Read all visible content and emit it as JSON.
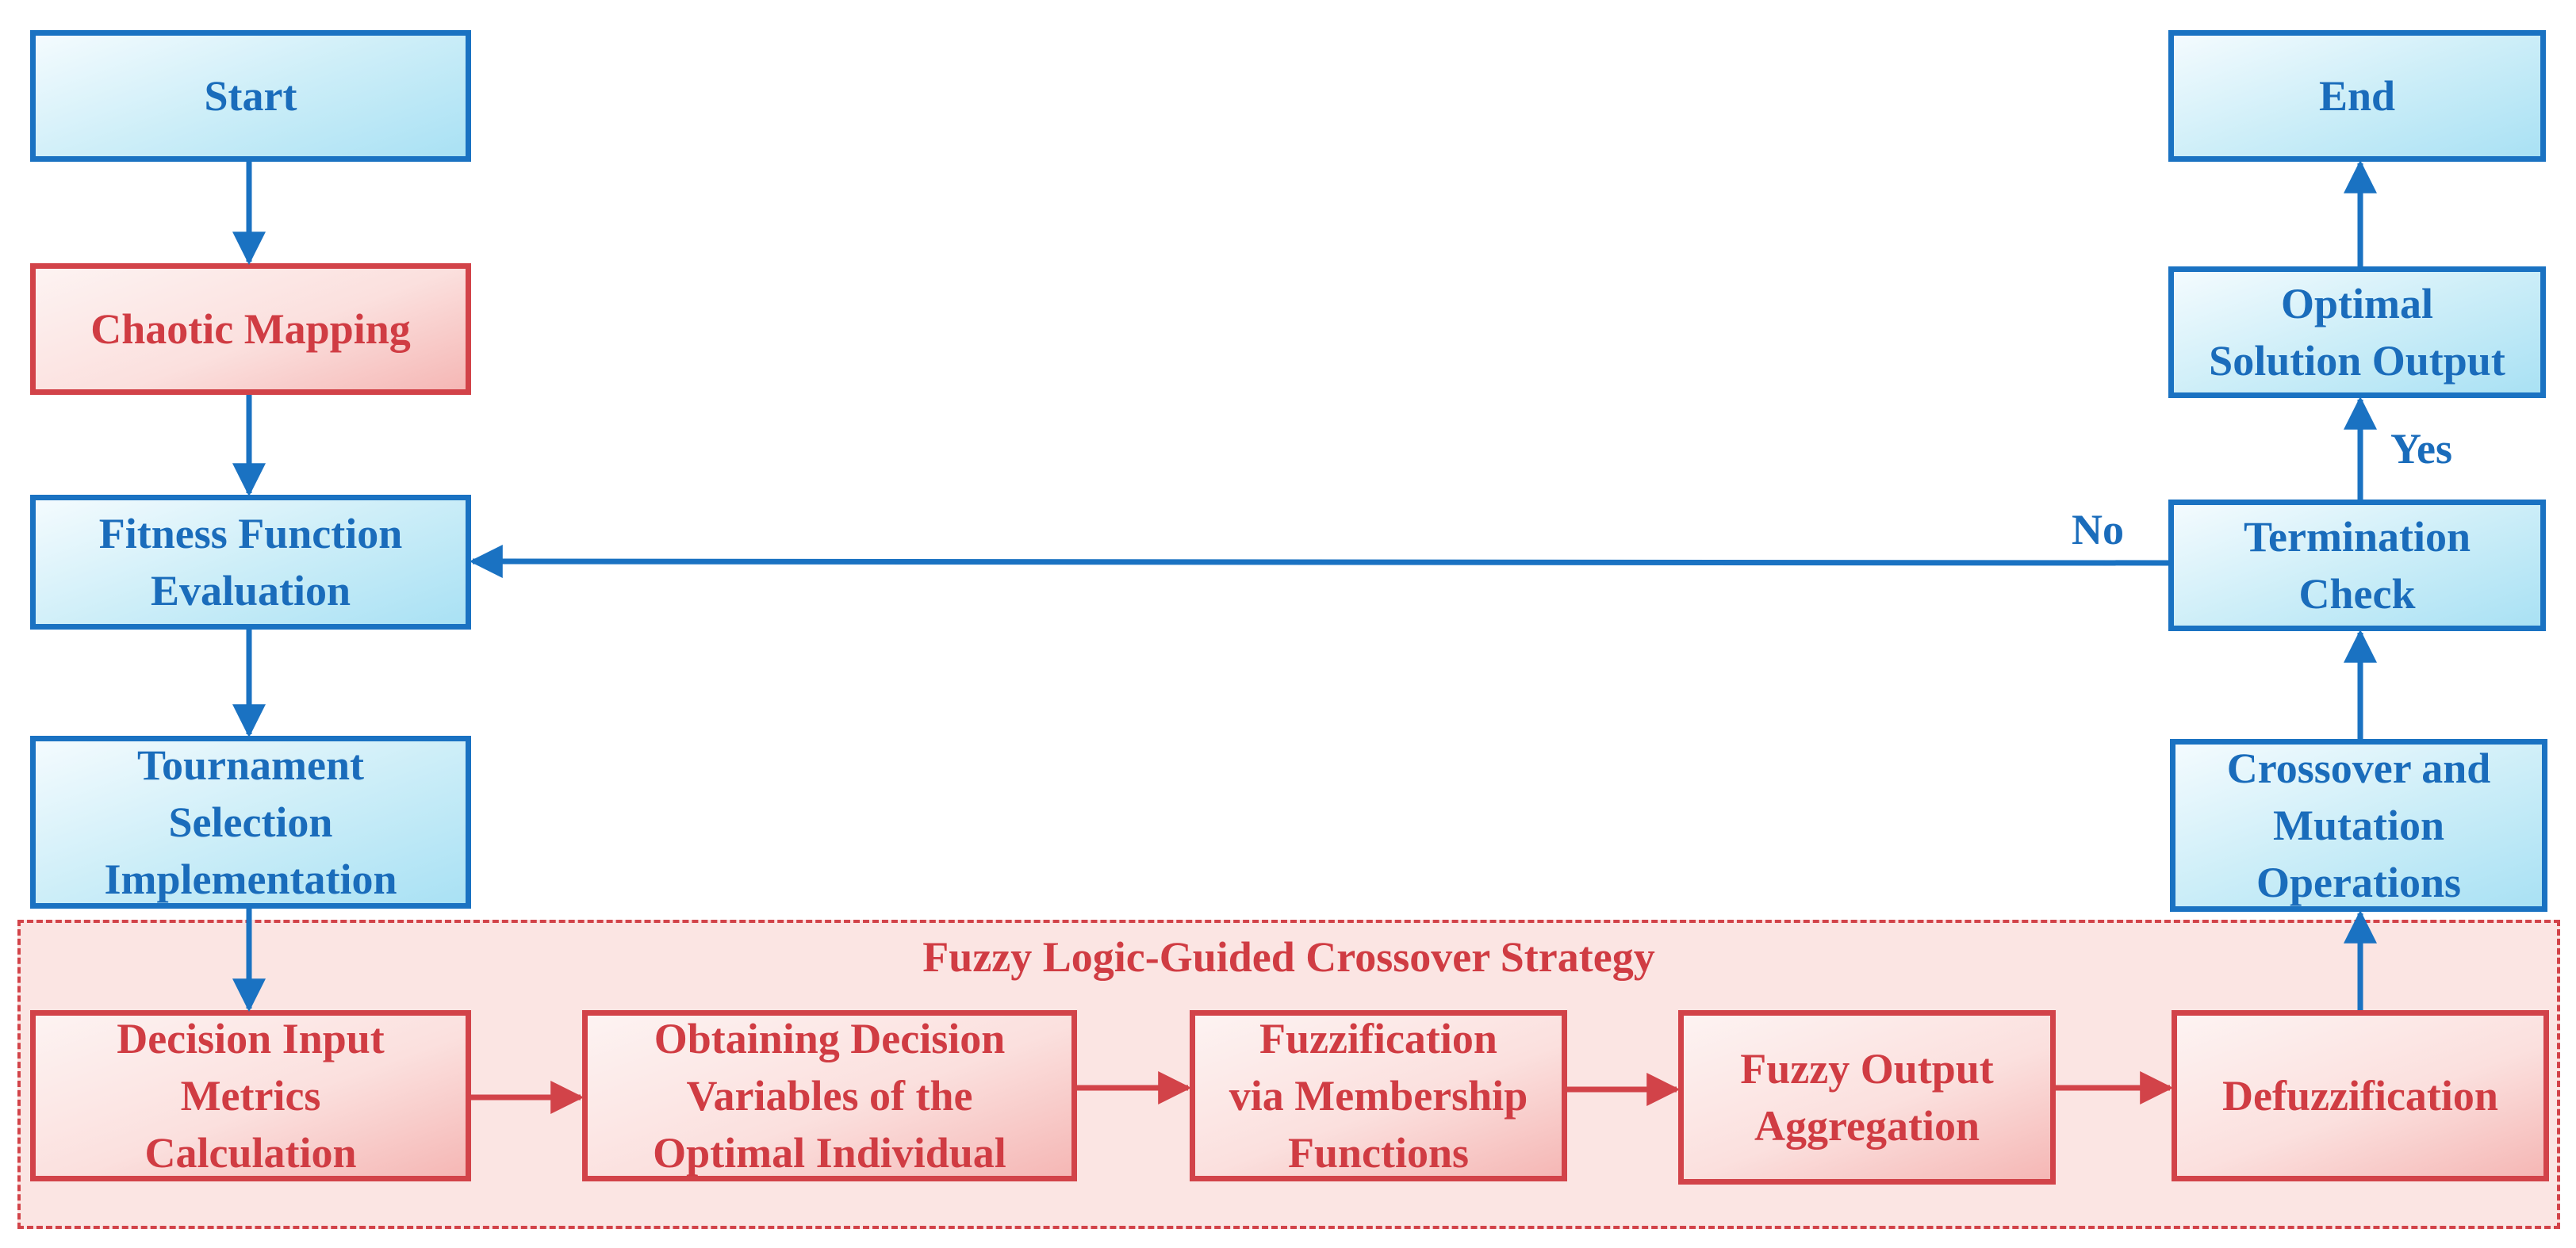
{
  "nodes": {
    "start": "Start",
    "chaotic_mapping": "Chaotic Mapping",
    "fitness": "Fitness Function\nEvaluation",
    "tournament": "Tournament\nSelection\nImplementation",
    "decision_input": "Decision Input\nMetrics\nCalculation",
    "obtaining": "Obtaining Decision\nVariables of the\nOptimal Individual",
    "fuzzification": "Fuzzification\nvia Membership\nFunctions",
    "fuzzy_output": "Fuzzy Output\nAggregation",
    "defuzzification": "Defuzzification",
    "crossover_mutation": "Crossover and\nMutation\nOperations",
    "termination": "Termination\nCheck",
    "optimal_output": "Optimal\nSolution Output",
    "end": "End"
  },
  "group": {
    "title": "Fuzzy Logic-Guided Crossover Strategy"
  },
  "edge_labels": {
    "no": "No",
    "yes": "Yes"
  },
  "colors": {
    "blue": "#1a72c2",
    "red": "#d24349"
  }
}
